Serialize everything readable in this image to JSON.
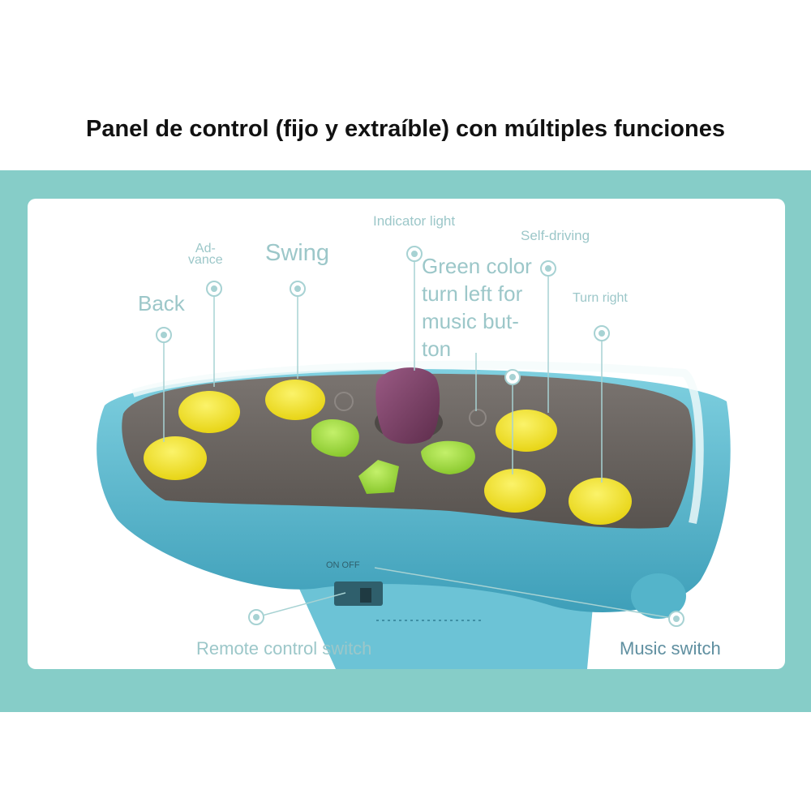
{
  "headline": "Panel de control (fijo y extraíble) con múltiples funciones",
  "colors": {
    "band": "#86cdc8",
    "card": "#ffffff",
    "label": "#9cc7c9",
    "controller_body": "#5dbad0",
    "panel": "#6b6663",
    "yellow_button": "#f1e21c",
    "green_button": "#9bd93a",
    "joystick": "#7a3d63"
  },
  "labels": {
    "indicator_light": "Indicator light",
    "self_driving": "Self-driving",
    "advance_line1": "Ad-",
    "advance_line2": "vance",
    "swing": "Swing",
    "green_line1": "Green color",
    "green_line2": "turn left for",
    "green_line3": "music but-",
    "green_line4": "ton",
    "turn_right": "Turn right",
    "back": "Back",
    "remote_control_switch": "Remote control switch",
    "music_switch": "Music switch"
  },
  "switch_marks": "ON OFF"
}
